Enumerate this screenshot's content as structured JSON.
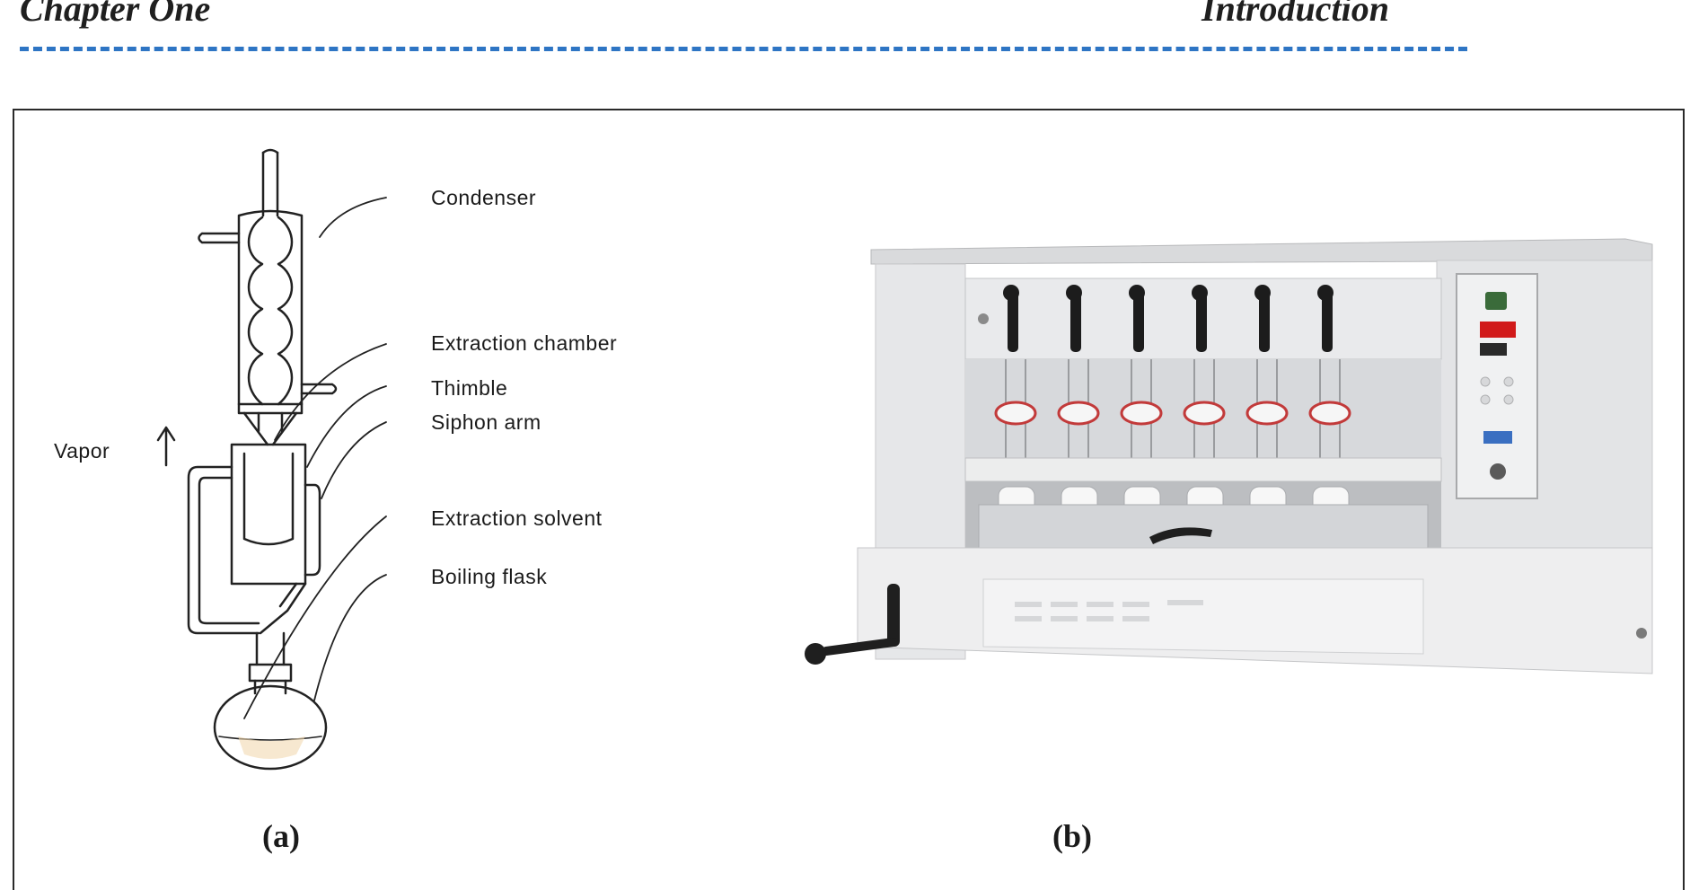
{
  "header": {
    "chapter": "Chapter One",
    "section": "Introduction"
  },
  "figure": {
    "diagram_a": {
      "labels": {
        "condenser": "Condenser",
        "extraction_chamber": "Extraction chamber",
        "thimble": "Thimble",
        "siphon_arm": "Siphon arm",
        "vapor": "Vapor",
        "extraction_solvent": "Extraction solvent",
        "boiling_flask": "Boiling flask"
      },
      "caption": "(a)"
    },
    "photo_b": {
      "caption": "(b)"
    }
  },
  "colors": {
    "divider": "#2e75c4",
    "text": "#1a1a1a",
    "apparatus_line": "#222222",
    "machine_body": "#e6e7e9",
    "display_red": "#d11a1a"
  }
}
